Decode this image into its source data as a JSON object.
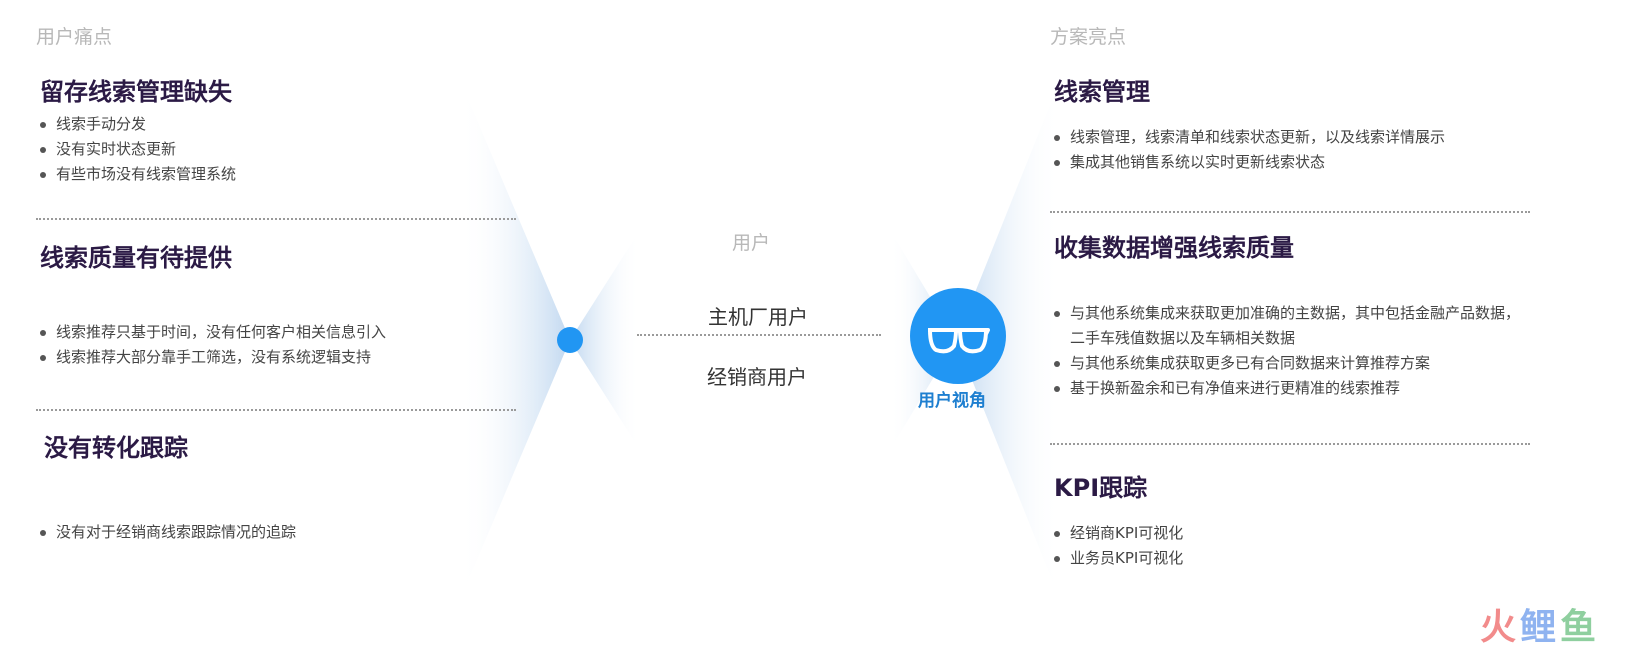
{
  "left": {
    "label": "用户痛点",
    "sections": [
      {
        "title": "留存线索管理缺失",
        "items": [
          "线索手动分发",
          "没有实时状态更新",
          "有些市场没有线索管理系统"
        ]
      },
      {
        "title": "线索质量有待提供",
        "items": [
          "线索推荐只基于时间，没有任何客户相关信息引入",
          "线索推荐大部分靠手工筛选，没有系统逻辑支持"
        ]
      },
      {
        "title": "没有转化跟踪",
        "items": [
          "没有对于经销商线索跟踪情况的追踪"
        ]
      }
    ]
  },
  "center": {
    "label": "用户",
    "users": [
      "主机厂用户",
      "经销商用户"
    ],
    "badge": "用户视角"
  },
  "right": {
    "label": "方案亮点",
    "sections": [
      {
        "title": "线索管理",
        "items": [
          "线索管理，线索清单和线索状态更新，以及线索详情展示",
          "集成其他销售系统以实时更新线索状态"
        ]
      },
      {
        "title": "收集数据增强线索质量",
        "items": [
          "与其他系统集成来获取更加准确的主数据，其中包括金融产品数据，二手车残值数据以及车辆相关数据",
          "与其他系统集成获取更多已有合同数据来计算推荐方案",
          "基于换新盈余和已有净值来进行更精准的线索推荐"
        ]
      },
      {
        "title": "KPI跟踪",
        "items": [
          "经销商KPI可视化",
          "业务员KPI可视化"
        ]
      }
    ]
  },
  "watermark": "火鲤鱼",
  "colors": {
    "accent": "#2196f3",
    "heading": "#2b1a45"
  }
}
